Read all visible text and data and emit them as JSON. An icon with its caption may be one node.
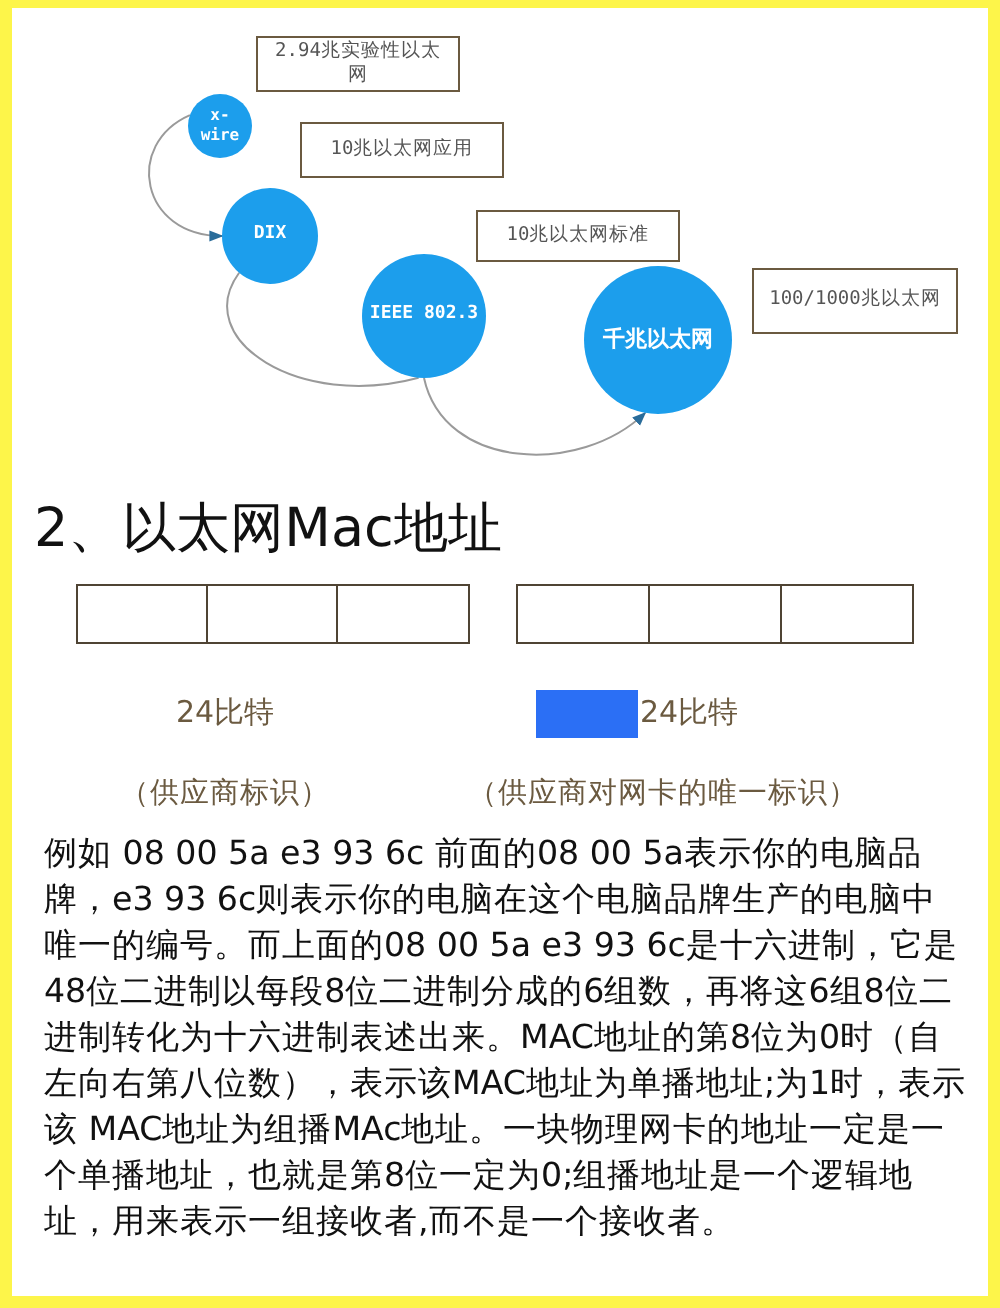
{
  "diagram": {
    "nodes": [
      {
        "text": [
          "2.94兆实验性以太网"
        ]
      },
      {
        "text": [
          "x-wire"
        ]
      },
      {
        "text": [
          "10兆以太网应用"
        ]
      },
      {
        "text": [
          "DIX"
        ]
      },
      {
        "text": [
          "10兆以太网标准"
        ]
      },
      {
        "text": [
          "IEEE 802.3"
        ]
      },
      {
        "text": [
          "100/1000兆以太网"
        ]
      },
      {
        "text": [
          "千兆以太网"
        ]
      },
      {
        "text": [],
        "shape": "box"
      },
      {
        "text": [],
        "shape": "box"
      },
      {
        "text": [],
        "shape": "box"
      },
      {
        "text": [],
        "shape": "box"
      },
      {
        "text": [],
        "shape": "box"
      },
      {
        "text": [],
        "shape": "box"
      }
    ],
    "edges": [
      {
        "from": 1,
        "to": 3,
        "arrow": "to"
      },
      {
        "from": 3,
        "to": 5,
        "arrow": "none"
      },
      {
        "from": 5,
        "to": 7,
        "arrow": "to"
      }
    ],
    "labels": [
      "2、以太网Mac地址",
      "24比特",
      "24比特",
      "（供应商标识）",
      "（供应商对网卡的唯一标识）",
      "例如 08 00 5a e3 93 6c 前面的08 00 5a表示你的电脑品牌，e3 93 6c则表示你的电脑在这个电脑品牌生产的电脑中唯一的编号。而上面的08 00 5a e3 93 6c是十六进制，它是48位二进制以每段8位二进制分成的6组数，再将这6组8位二进制转化为十六进制表述出来。MAC地址的第8位为0时（自左向右第八位数），表示该MAC地址为单播地址;为1时，表示该 MAC地址为组播MAc地址。一块物理网卡的地址一定是一个单播地址，也就是第8位一定为0;组播地址是一个逻辑地址，用来表示一组接收者,而不是一个接收者。"
    ]
  }
}
